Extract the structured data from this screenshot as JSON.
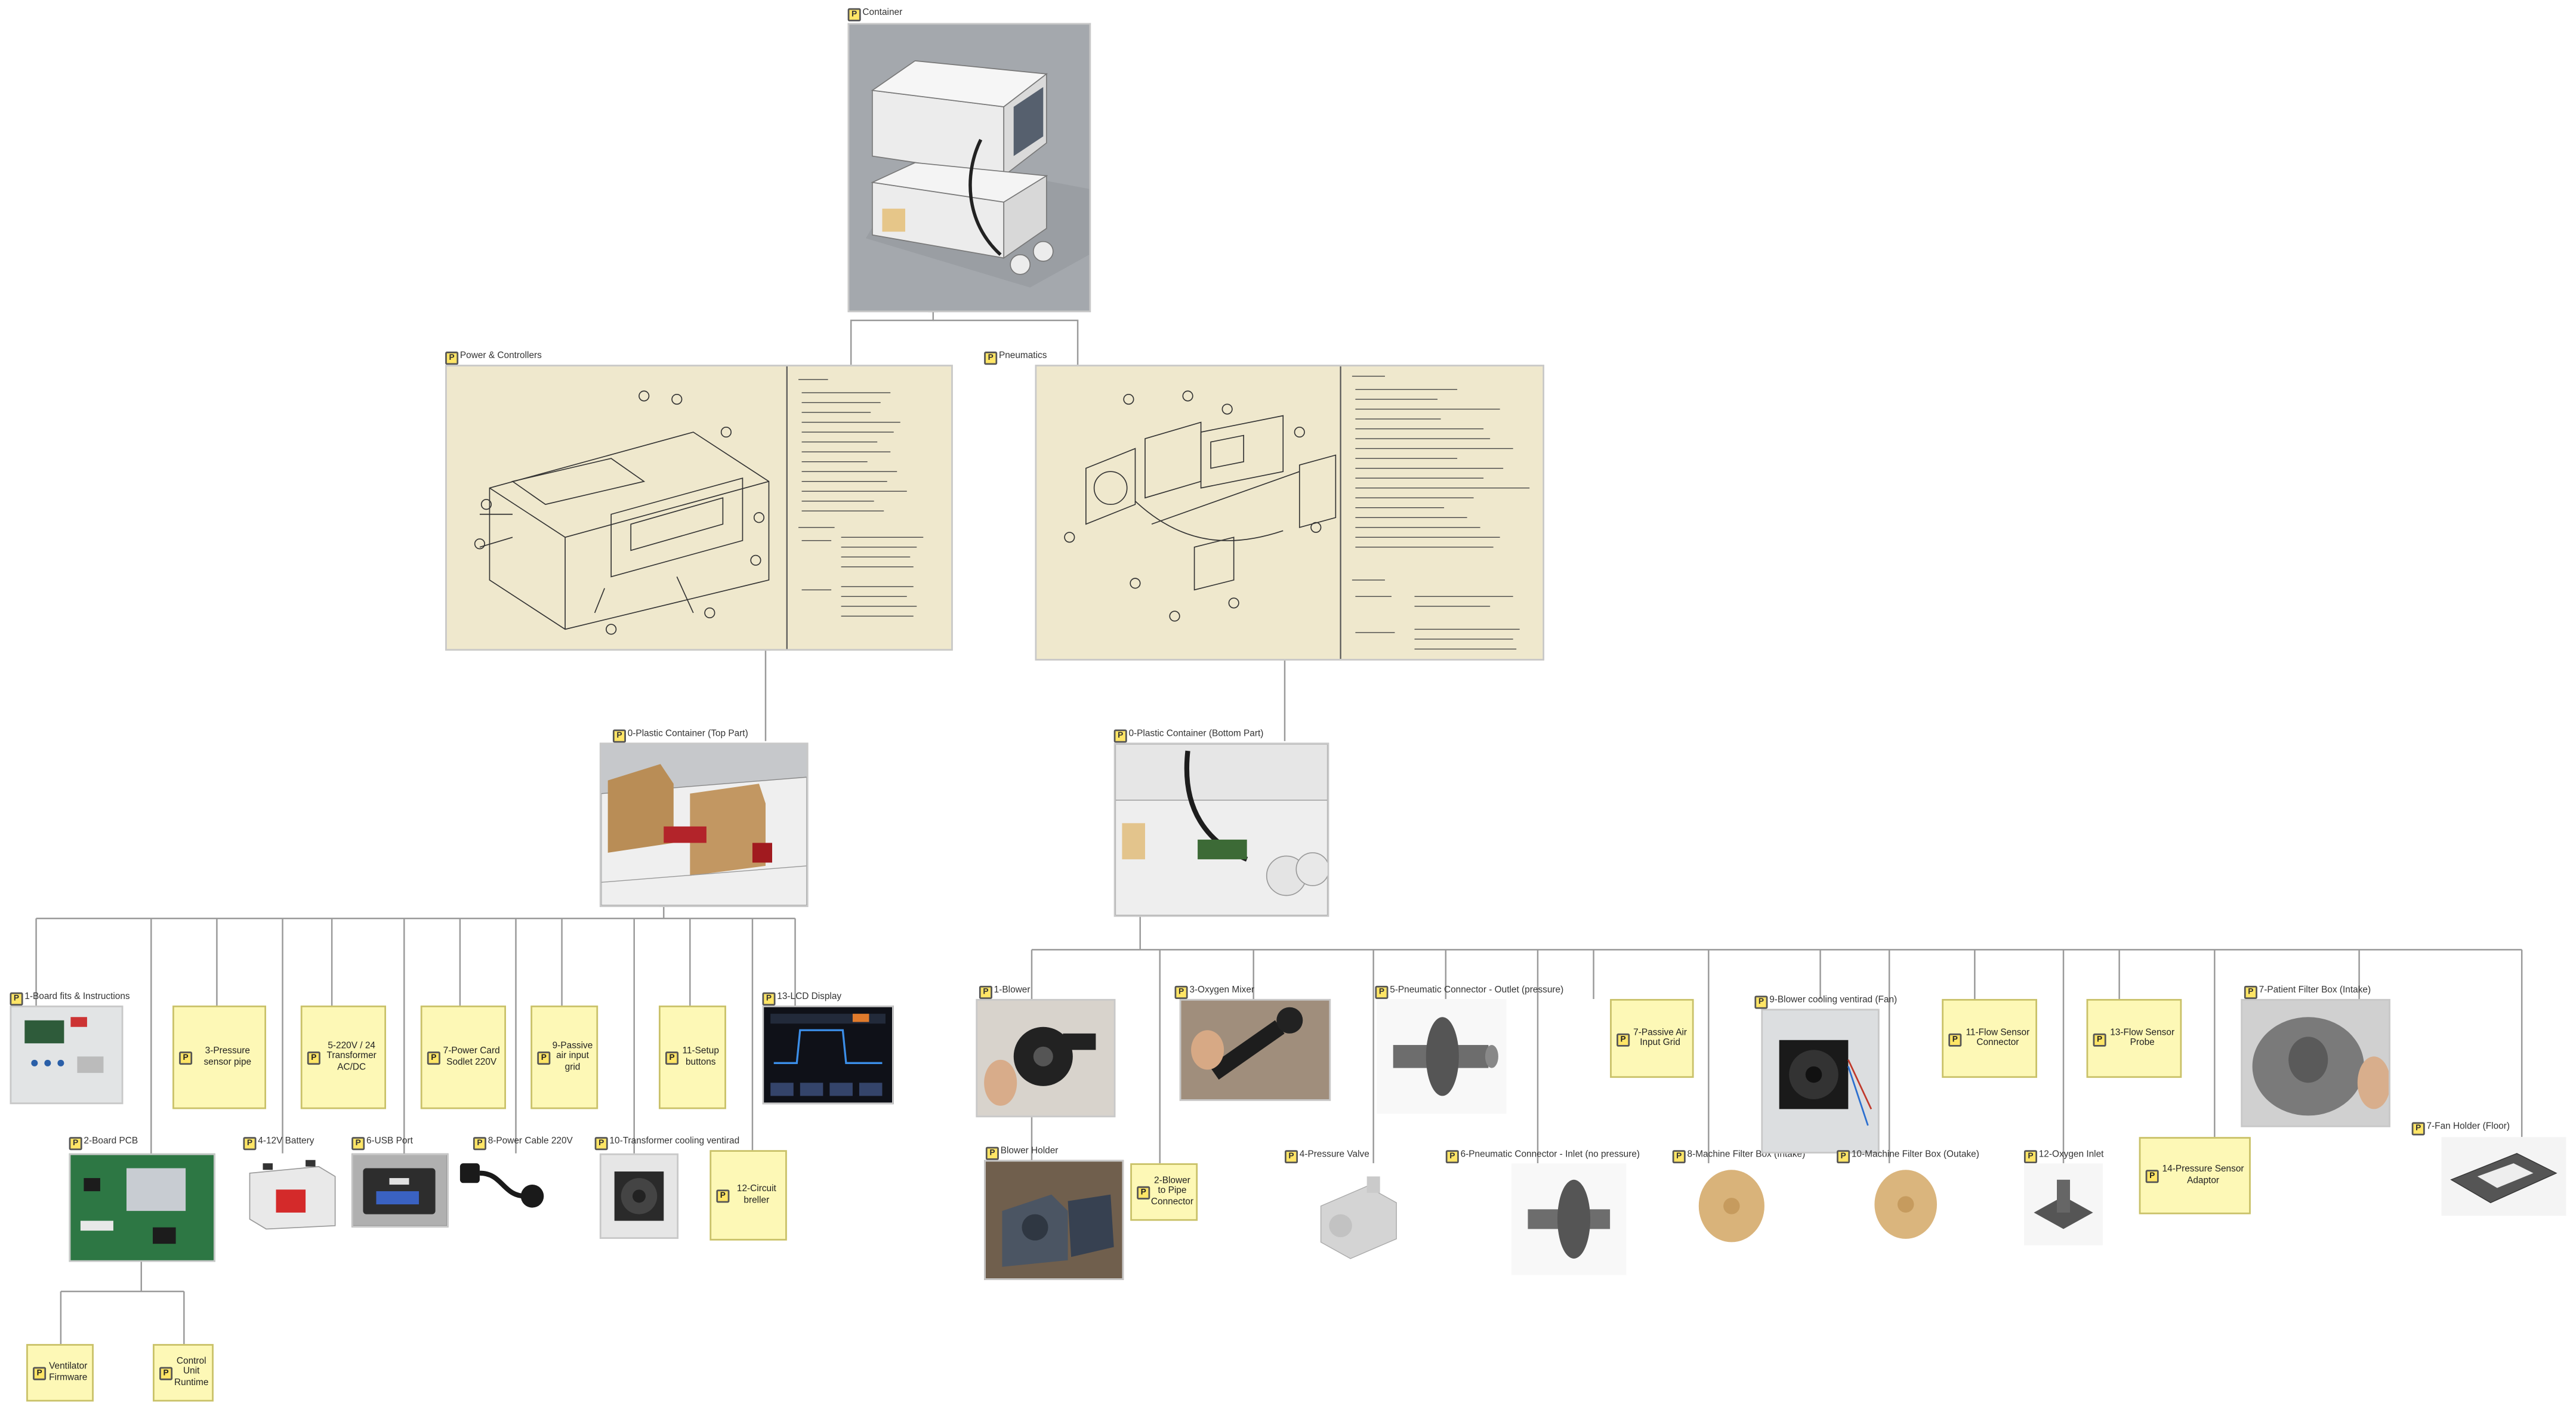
{
  "diagram": {
    "root": {
      "label": "Container"
    },
    "groups": [
      {
        "id": "power",
        "label": "Power & Controllers"
      },
      {
        "id": "pneu",
        "label": "Pneumatics"
      }
    ],
    "top_part": {
      "label": "0-Plastic Container (Top Part)"
    },
    "bottom_part": {
      "label": "0-Plastic Container (Bottom Part)"
    },
    "top_children": [
      {
        "label": "1-Board fits & Instructions",
        "kind": "image"
      },
      {
        "label": "2-Board PCB",
        "kind": "image"
      },
      {
        "label": "3-Pressure sensor pipe",
        "kind": "note"
      },
      {
        "label": "4-12V Battery",
        "kind": "image"
      },
      {
        "label": "5-220V / 24 Transformer AC/DC",
        "kind": "note"
      },
      {
        "label": "6-USB Port",
        "kind": "image"
      },
      {
        "label": "7-Power Card Sodlet 220V",
        "kind": "note"
      },
      {
        "label": "8-Power Cable 220V",
        "kind": "image"
      },
      {
        "label": "9-Passive air input grid",
        "kind": "note"
      },
      {
        "label": "10-Transformer cooling ventirad",
        "kind": "image"
      },
      {
        "label": "11-Setup buttons",
        "kind": "note"
      },
      {
        "label": "12-Circuit breller",
        "kind": "note"
      },
      {
        "label": "13-LCD Display",
        "kind": "image"
      }
    ],
    "pcb_children": [
      {
        "label": "Ventilator Firmware"
      },
      {
        "label": "Control Unit Runtime"
      }
    ],
    "bottom_children": [
      {
        "label": "1-Blower",
        "kind": "image"
      },
      {
        "label": "Blower Holder",
        "kind": "image"
      },
      {
        "label": "2-Blower to Pipe Connector",
        "kind": "note"
      },
      {
        "label": "3-Oxygen Mixer",
        "kind": "image"
      },
      {
        "label": "4-Pressure Valve",
        "kind": "image"
      },
      {
        "label": "5-Pneumatic Connector - Outlet (pressure)",
        "kind": "image"
      },
      {
        "label": "6-Pneumatic Connector - Inlet (no pressure)",
        "kind": "image"
      },
      {
        "label": "7-Passive Air Input Grid",
        "kind": "note"
      },
      {
        "label": "8-Machine Filter Box (Intake)",
        "kind": "image"
      },
      {
        "label": "9-Blower cooling ventirad (Fan)",
        "kind": "image"
      },
      {
        "label": "10-Machine Filter Box (Outake)",
        "kind": "image"
      },
      {
        "label": "11-Flow Sensor Connector",
        "kind": "note"
      },
      {
        "label": "12-Oxygen Inlet",
        "kind": "image"
      },
      {
        "label": "13-Flow Sensor Probe",
        "kind": "note"
      },
      {
        "label": "14-Pressure Sensor Adaptor",
        "kind": "note"
      },
      {
        "label": "7-Patient Filter Box (Intake)",
        "kind": "image"
      },
      {
        "label": "7-Fan Holder (Floor)",
        "kind": "image"
      }
    ],
    "topic_icon": "P",
    "colors": {
      "note_fill": "#fdf8b6",
      "line": "#9a9a9a",
      "sketch_paper": "#f1ebd1"
    }
  }
}
